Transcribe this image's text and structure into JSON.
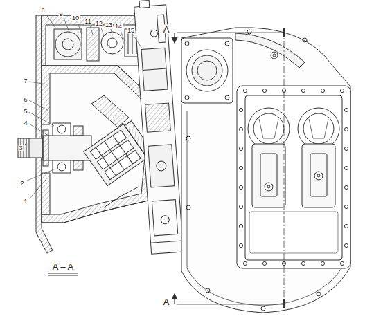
{
  "diagram": {
    "labels": [
      "8",
      "9",
      "10",
      "11",
      "12",
      "13",
      "14",
      "15",
      "7",
      "6",
      "5",
      "4",
      "3",
      "2",
      "1",
      "A – A",
      "A",
      "A"
    ]
  }
}
